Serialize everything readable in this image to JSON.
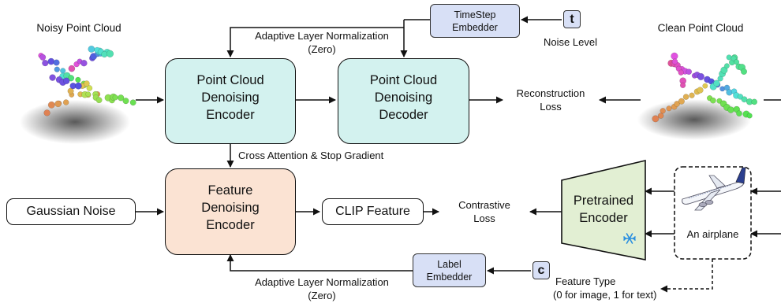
{
  "labels": {
    "noisy_cloud": "Noisy Point Cloud",
    "clean_cloud": "Clean Point Cloud",
    "adaln_top_1": "Adaptive Layer Normalization",
    "adaln_top_2": "(Zero)",
    "adaln_bot_1": "Adaptive Layer Normalization",
    "adaln_bot_2": "(Zero)",
    "noise_level": "Noise Level",
    "cross_attention": "Cross Attention & Stop Gradient",
    "recon_loss_1": "Reconstruction",
    "recon_loss_2": "Loss",
    "contrastive_loss_1": "Contrastive",
    "contrastive_loss_2": "Loss",
    "feature_type_1": "Feature Type",
    "feature_type_2": "(0 for image, 1 for text)",
    "airplane_text": "An airplane"
  },
  "boxes": {
    "pc_encoder": [
      "Point Cloud",
      "Denoising",
      "Encoder"
    ],
    "pc_decoder": [
      "Point Cloud",
      "Denoising",
      "Decoder"
    ],
    "feat_encoder": [
      "Feature",
      "Denoising",
      "Encoder"
    ],
    "gaussian_noise": "Gaussian Noise",
    "clip_feature": "CLIP Feature",
    "pretrained_encoder": [
      "Pretrained",
      "Encoder"
    ],
    "timestep_embedder": [
      "TimeStep",
      "Embedder"
    ],
    "label_embedder": [
      "Label",
      "Embedder"
    ],
    "t_token": "t",
    "c_token": "c"
  },
  "colors": {
    "denoise_blue": "#d3f2ef",
    "denoise_orange": "#fbe3d3",
    "embedder_blue": "#d8e0f6",
    "pretrained_green": "#e2efd3",
    "fire": "#ef3b24",
    "snowflake": "#2a8fe0"
  },
  "icons": {
    "trainable": "fire-icon",
    "frozen": "snowflake-icon",
    "image": "airplane-image"
  }
}
